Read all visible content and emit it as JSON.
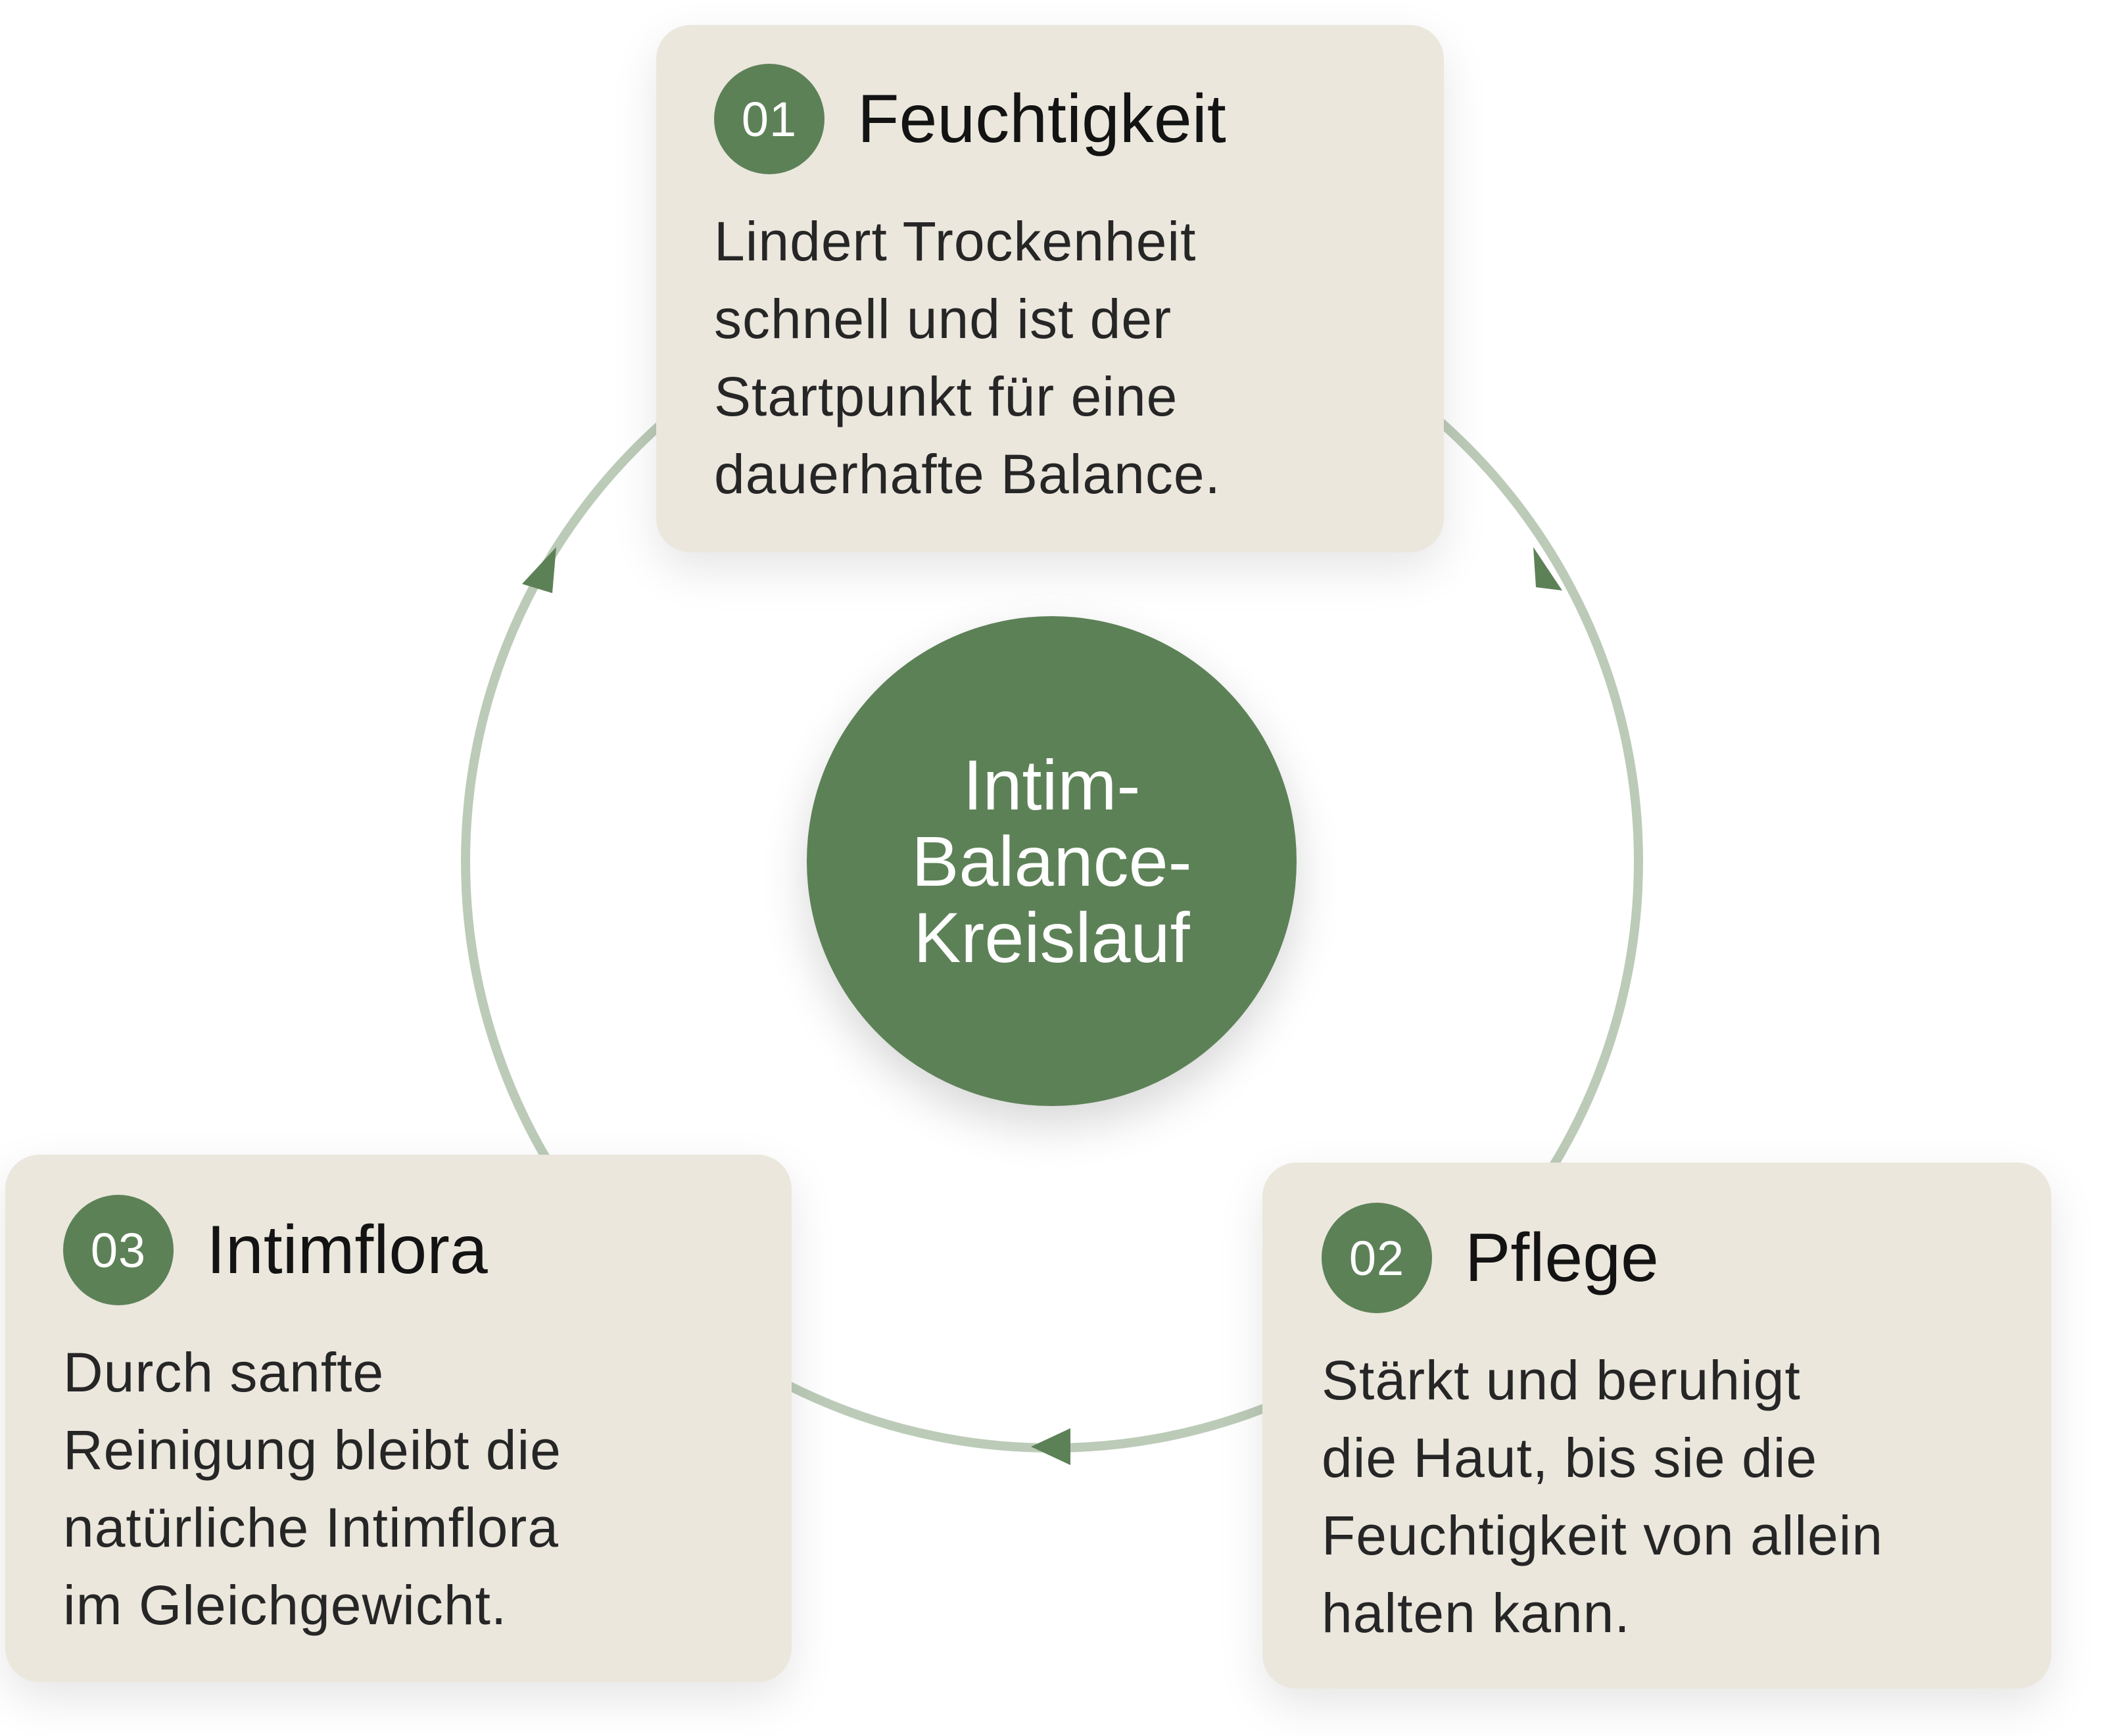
{
  "diagram": {
    "center_label": "Intim-\nBalance-\nKreislauf",
    "steps": [
      {
        "number": "01",
        "title": "Feuchtigkeit",
        "description": "Lindert Trockenheit\nschnell und ist der\nStartpunkt für eine\ndauerhafte Balance."
      },
      {
        "number": "02",
        "title": "Pflege",
        "description": "Stärkt und beruhigt\ndie Haut, bis sie die\nFeuchtigkeit von allein\nhalten kann."
      },
      {
        "number": "03",
        "title": "Intimflora",
        "description": "Durch sanfte\nReinigung bleibt die\nnatürliche Intimflora\nim Gleichgewicht."
      }
    ]
  },
  "colors": {
    "accent_green": "#5d8157",
    "ring_green": "#bccbb8",
    "card_beige": "#ebe7dd"
  }
}
